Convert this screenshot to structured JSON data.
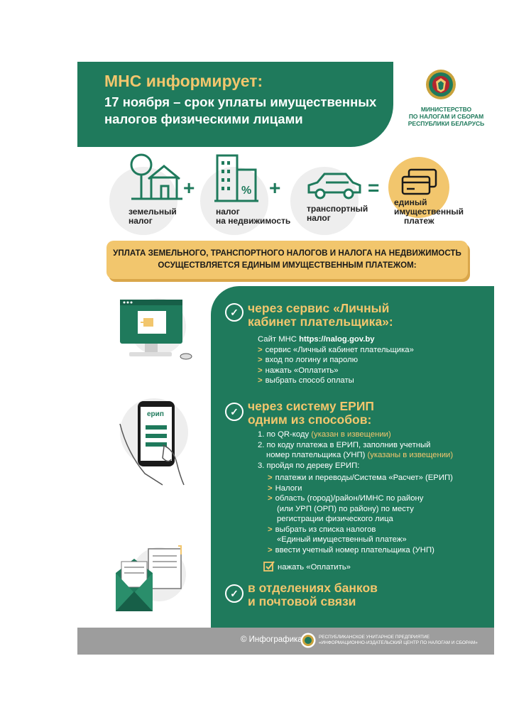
{
  "header": {
    "title": "МНС информирует:",
    "subtitle": "17 ноября – срок уплаты имущественных налогов физическими лицами"
  },
  "ministry": {
    "line1": "МИНИСТЕРСТВО",
    "line2": "ПО НАЛОГАМ И СБОРАМ",
    "line3": "РЕСПУБЛИКИ БЕЛАРУСЬ"
  },
  "taxes": {
    "land": [
      "земельный",
      "налог"
    ],
    "property": [
      "налог",
      "на недвижимость"
    ],
    "transport": [
      "транспортный",
      "налог"
    ],
    "single": [
      "единый",
      "имущественный",
      "платеж"
    ],
    "plus": "+",
    "equals": "="
  },
  "banner": {
    "line1": "УПЛАТА ЗЕМЕЛЬНОГО, ТРАНСПОРТНОГО НАЛОГОВ И НАЛОГА НА НЕДВИЖИМОСТЬ",
    "line2": "ОСУЩЕСТВЛЯЕТСЯ ЕДИНЫМ ИМУЩЕСТВЕННЫМ ПЛАТЕЖОМ:"
  },
  "section1": {
    "heading": [
      "через сервис «Личный",
      "кабинет плательщика»:"
    ],
    "site_prefix": "Сайт МНС ",
    "site_url": "https://nalog.gov.by",
    "steps": [
      "сервис «Личный кабинет плательщика»",
      "вход по логину и паролю",
      "нажать «Оплатить»",
      "выбрать способ оплаты"
    ]
  },
  "section2": {
    "heading": [
      "через систему ЕРИП",
      "одним из способов:"
    ],
    "erip_logo": "ерип",
    "m1_text": "1. по QR-коду ",
    "m1_hl": "(указан в извещении)",
    "m2_line1": "2. по коду платежа в ЕРИП, заполнив учетный",
    "m2_line2": "номер плательщика (УНП) ",
    "m2_hl": "(указаны в извещении)",
    "m3": "3. пройдя по дереву ЕРИП:",
    "tree": {
      "t1": "платежи и переводы/Система «Расчет» (ЕРИП)",
      "t2": "Налоги",
      "t3a": "область (город)/район/ИМНС по району",
      "t3b": "(или УРП (ОРП) по району) по месту",
      "t3c": "регистрации физического лица",
      "t4a": "выбрать из списка налогов",
      "t4b": "«Единый имущественный платеж»",
      "t5": "ввести учетный номер плательщика (УНП)"
    },
    "final": "нажать «Оплатить»"
  },
  "section3": {
    "heading": [
      "в отделениях банков",
      "и почтовой связи"
    ]
  },
  "footer": {
    "left": "© Инфографика",
    "right1": "РЕСПУБЛИКАНСКОЕ УНИТАРНОЕ ПРЕДПРИЯТИЕ",
    "right2": "«ИНФОРМАЦИОННО-ИЗДАТЕЛЬСКИЙ ЦЕНТР ПО НАЛОГАМ И СБОРАМ»"
  },
  "icons": [
    "emblem-icon",
    "house-tree-icon",
    "buildings-percent-icon",
    "car-icon",
    "cards-icon",
    "computer-monitor-icon",
    "smartphone-hand-icon",
    "envelope-document-icon",
    "check-circle-icon",
    "arrow-icon",
    "checkbox-icon"
  ],
  "colors": {
    "green": "#1f7a5c",
    "gold": "#f2c66d",
    "gray": "#9d9d9d"
  }
}
